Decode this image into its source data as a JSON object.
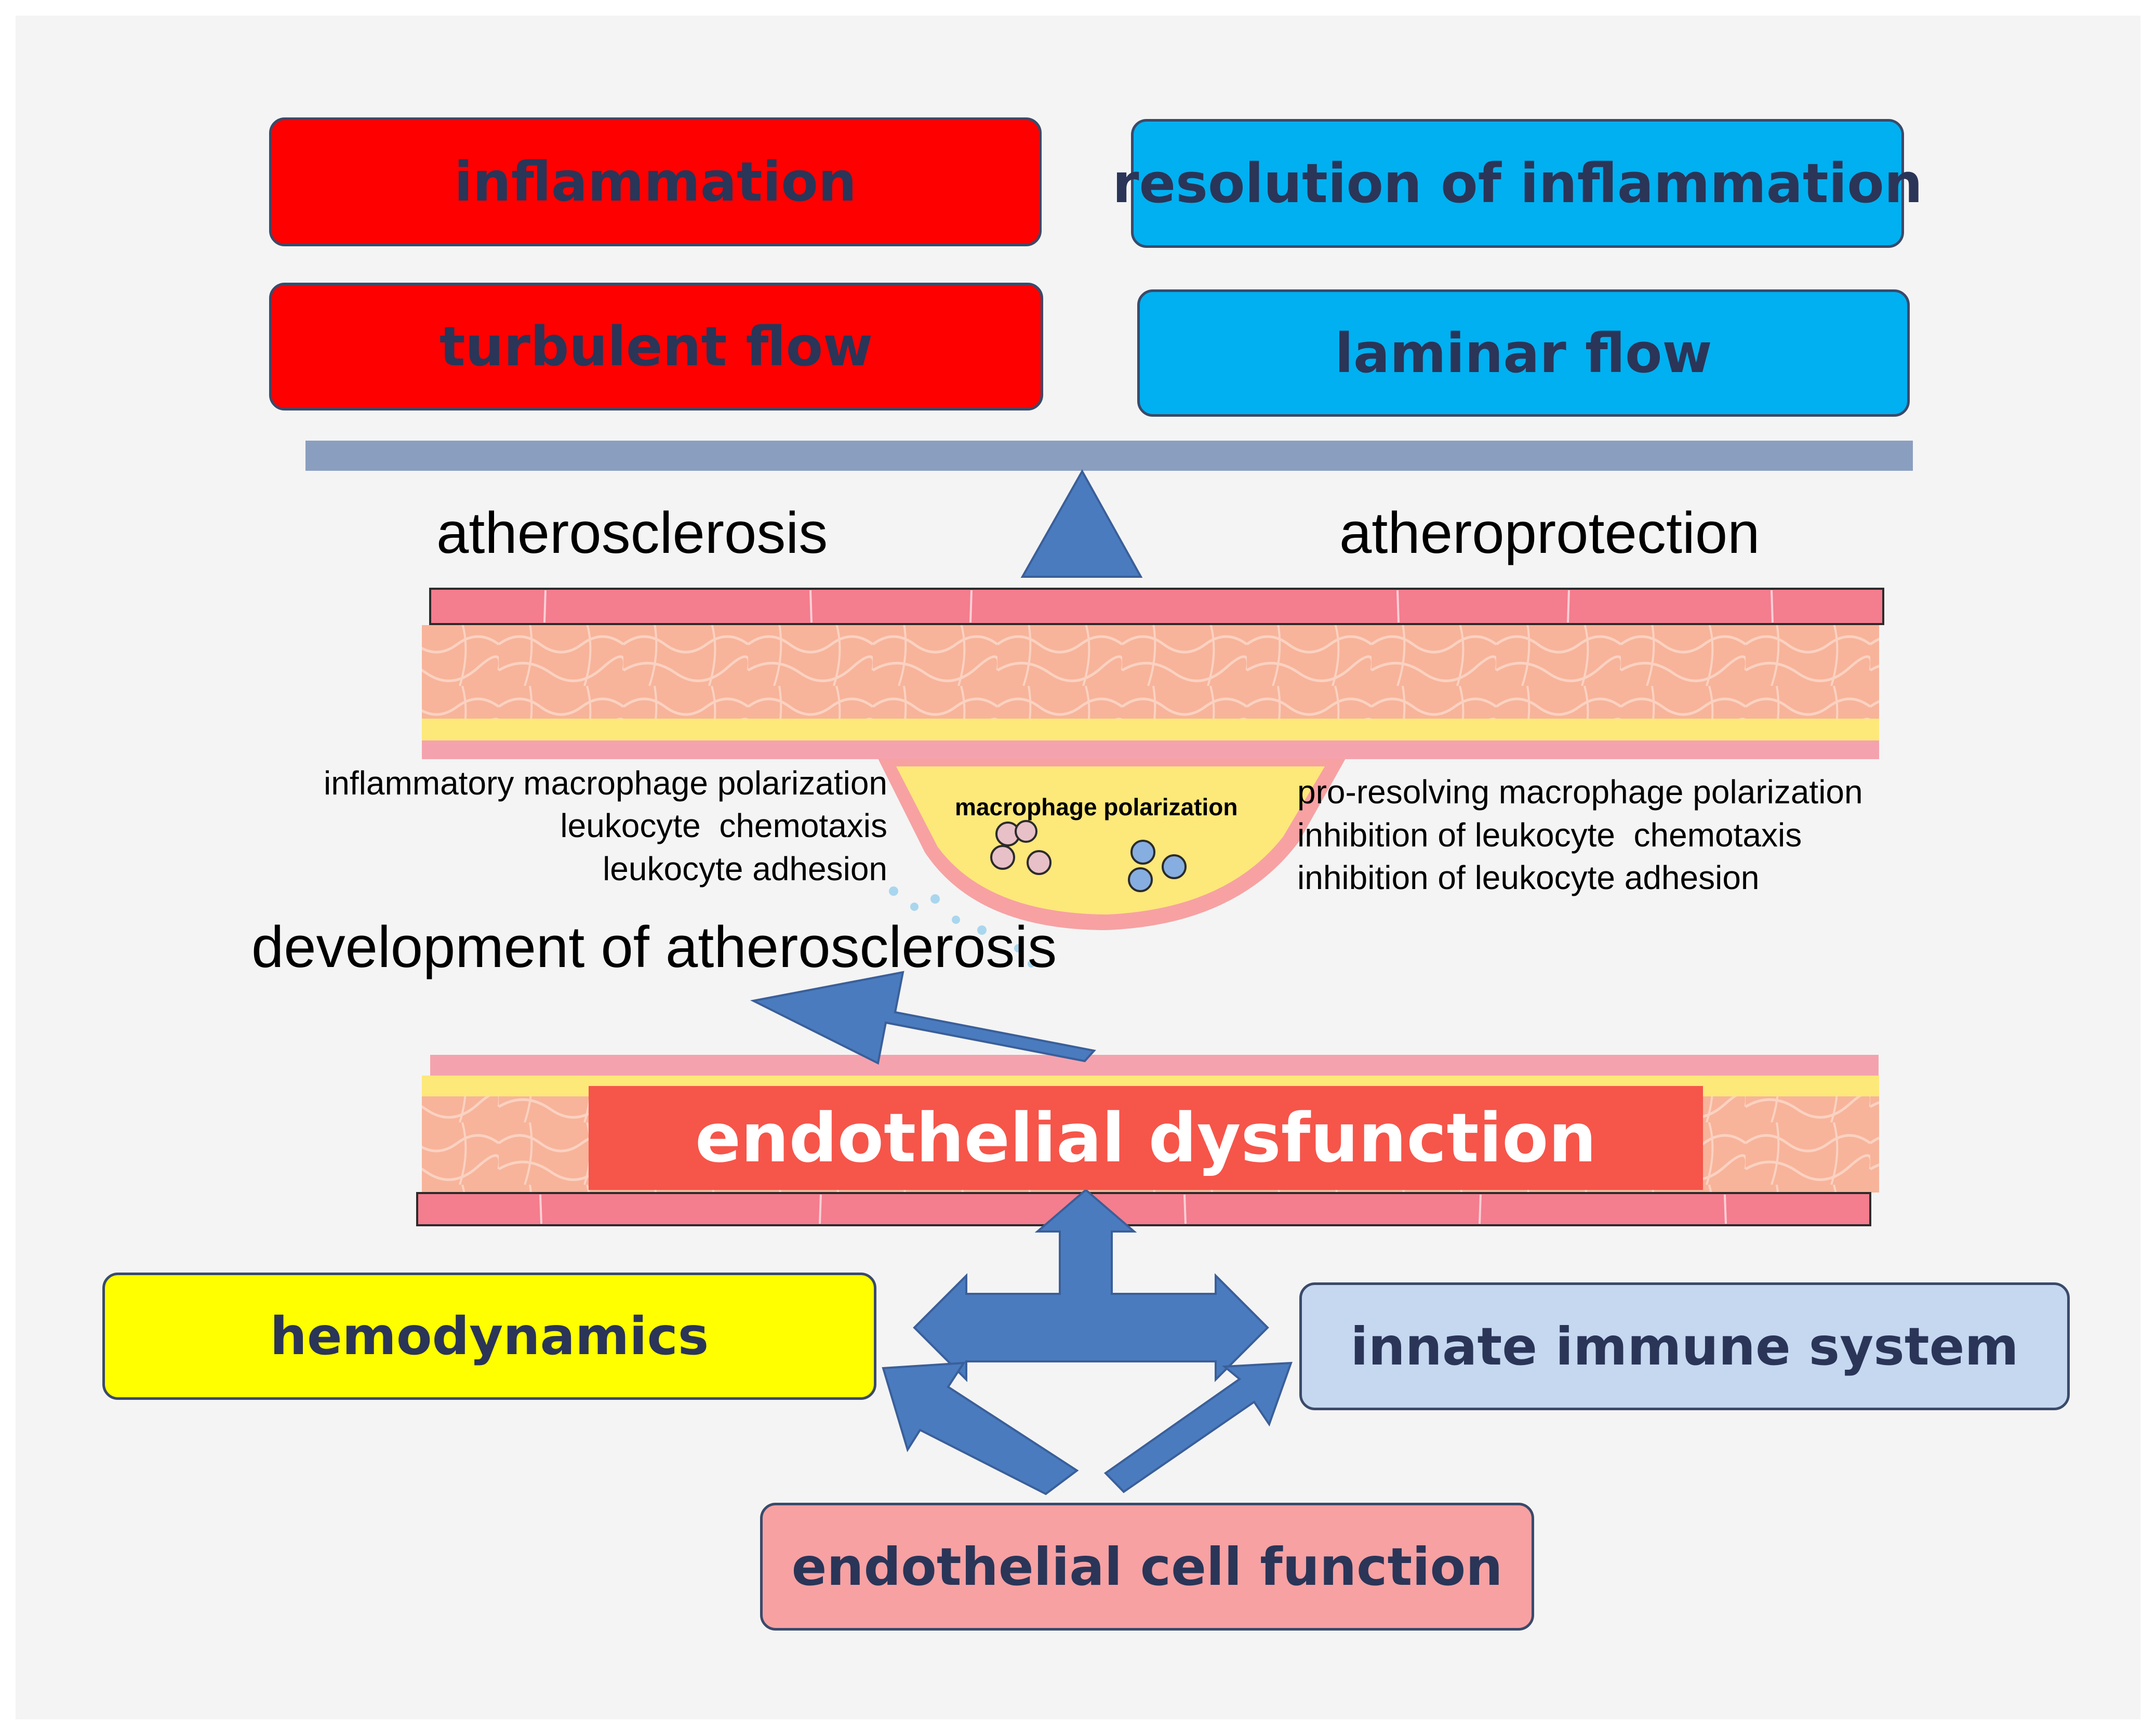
{
  "boxes": {
    "inflammation": "inflammation",
    "turbulent_flow": "turbulent flow",
    "resolution_of_inflammation": "resolution of inflammation",
    "laminar_flow": "laminar flow",
    "hemodynamics": "hemodynamics",
    "innate_immune_system": "innate immune system",
    "endothelial_cell_function": "endothelial cell function"
  },
  "balance": {
    "left_label": "atherosclerosis",
    "right_label": "atheroprotection"
  },
  "plaque": {
    "label": "macrophage polarization"
  },
  "left_processes": [
    "inflammatory macrophage polarization",
    "leukocyte  chemotaxis",
    "leukocyte adhesion"
  ],
  "right_processes": [
    "pro-resolving macrophage polarization",
    "inhibition of leukocyte  chemotaxis",
    "inhibition of leukocyte adhesion"
  ],
  "development_label": "development of atherosclerosis",
  "endothelial_dysfunction_label": "endothelial dysfunction",
  "colors": {
    "red_box": "#ff0000",
    "blue_box": "#00b0f0",
    "yellow_box": "#ffff00",
    "light_blue_box": "#c5d8f0",
    "pink_box": "#f7a1a3",
    "arrow_blue": "#4a7bbf",
    "beam": "#8a9ec0",
    "vessel_intima": "#f47d8e",
    "vessel_media": "#f7b49a",
    "vessel_elastic": "#fde87a",
    "dysfunction_red": "#f6554a"
  }
}
